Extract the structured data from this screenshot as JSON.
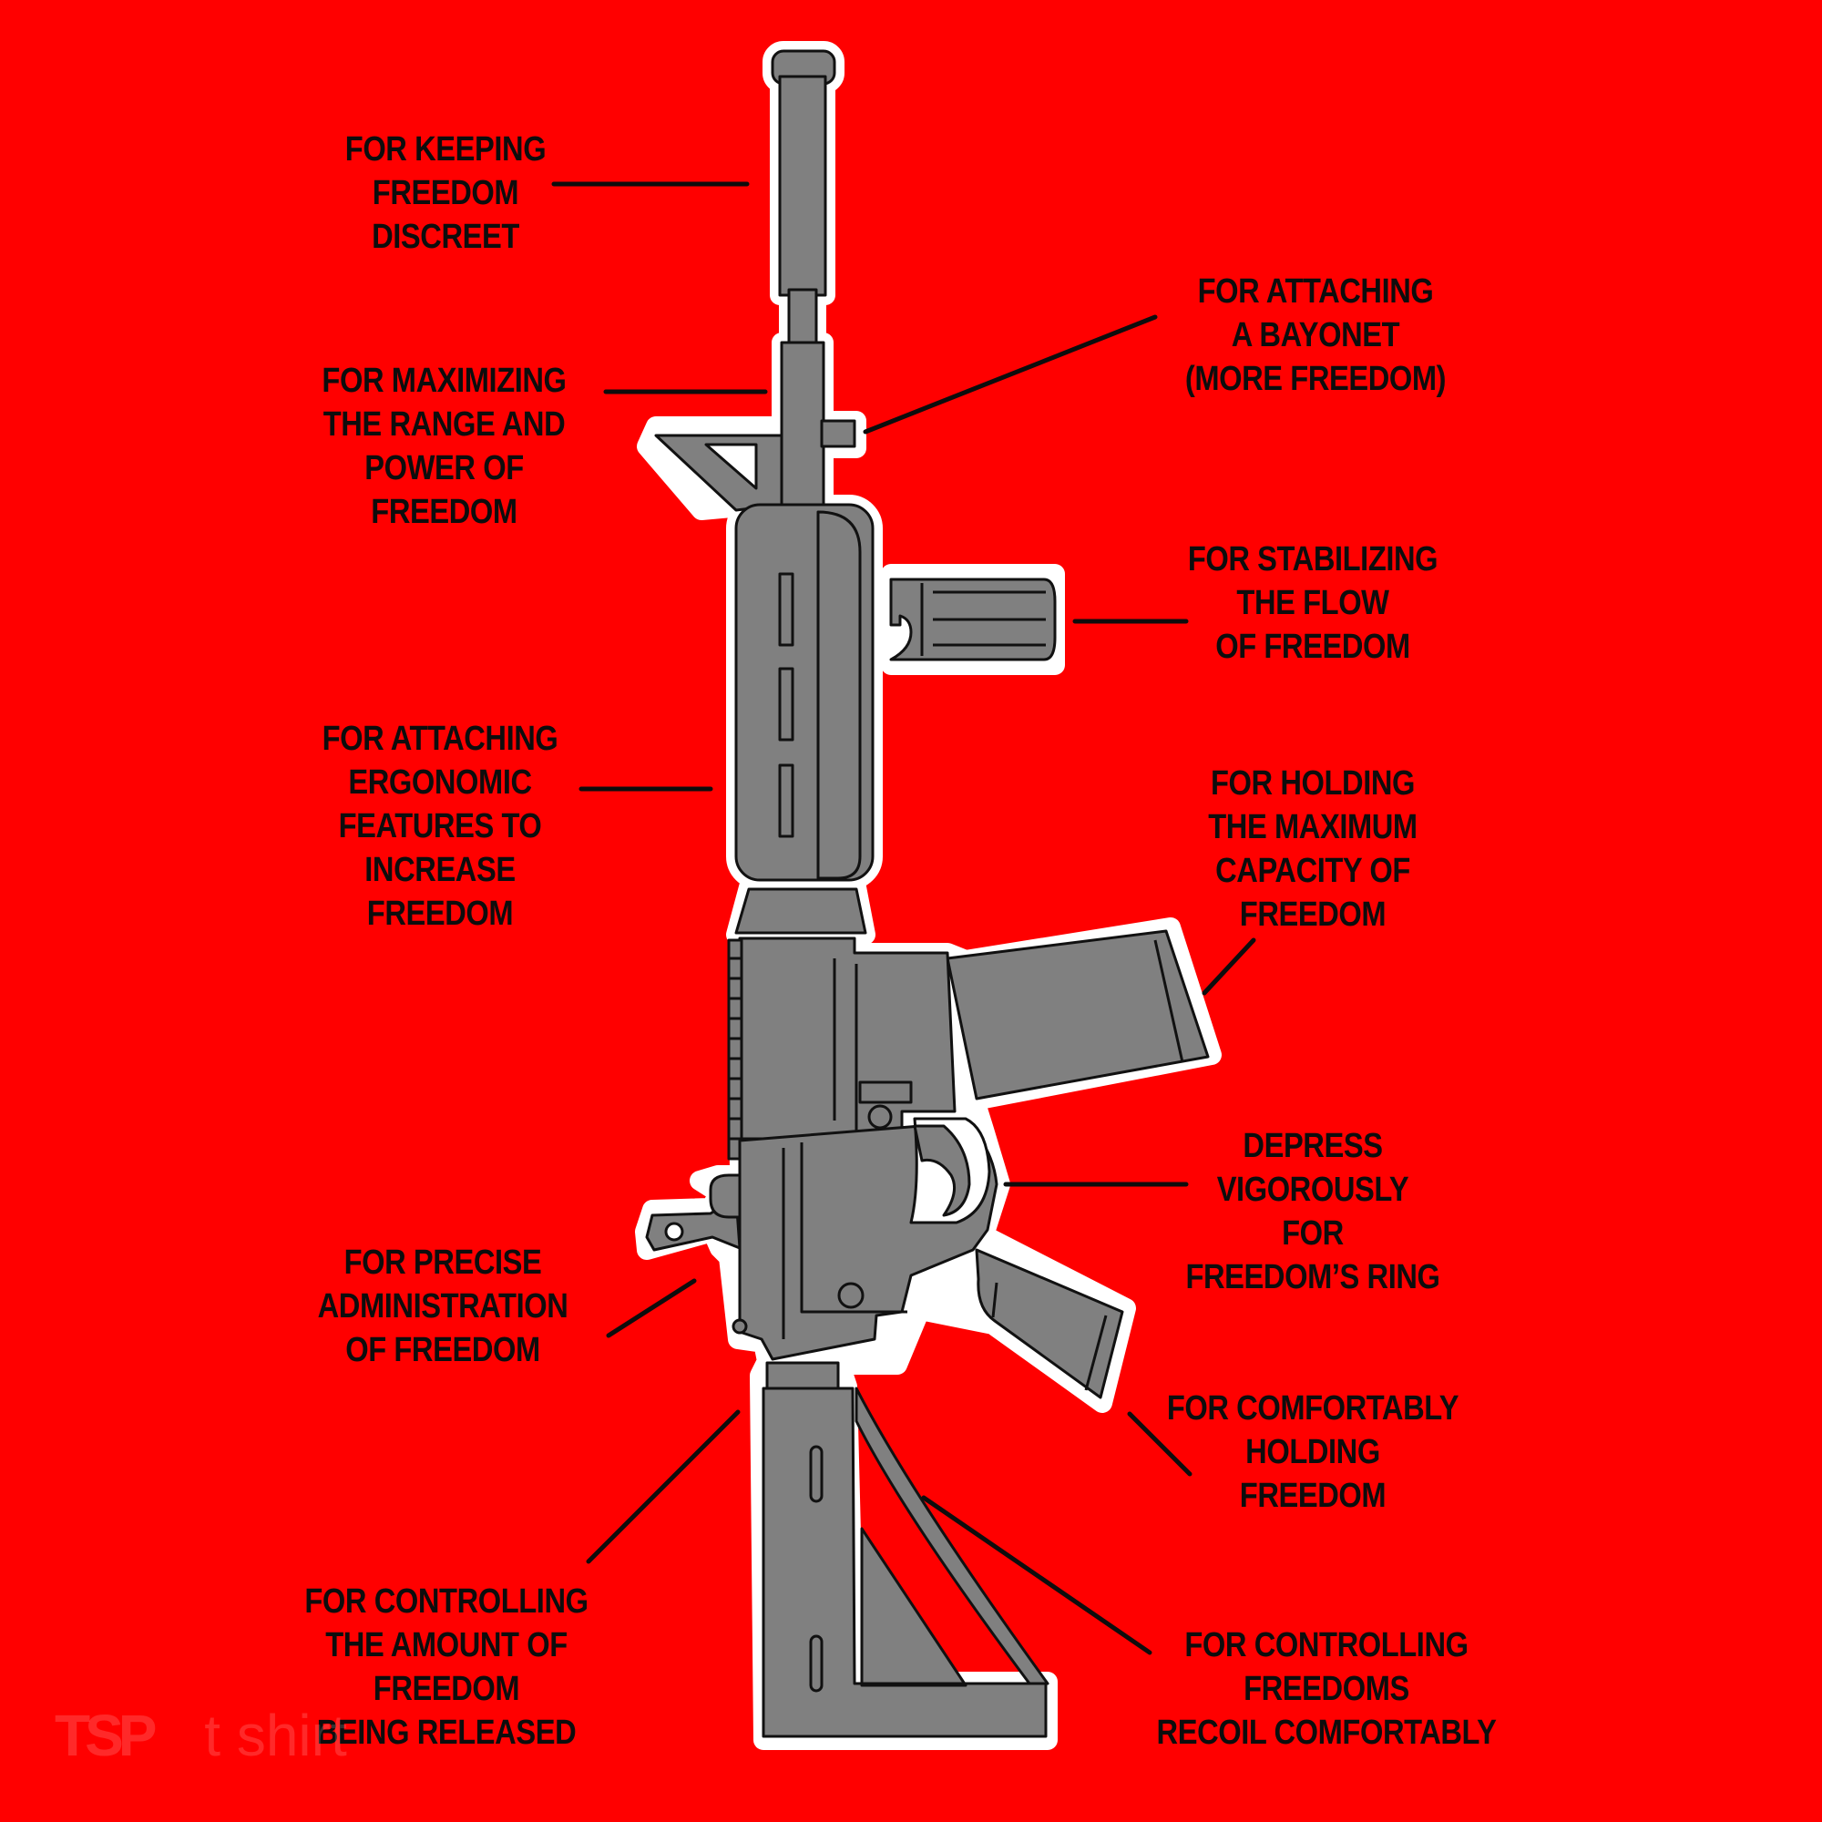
{
  "colors": {
    "background": "#ff0000",
    "body": "#808080",
    "outline": "#ffffff",
    "stroke": "#111111",
    "text": "#0d0d0d"
  },
  "callouts": [
    {
      "id": "flash-hider",
      "lines": [
        "FOR KEEPING",
        "FREEDOM",
        "DISCREET"
      ]
    },
    {
      "id": "bayonet-lug",
      "lines": [
        "FOR ATTACHING",
        "A BAYONET",
        "(MORE FREEDOM)"
      ]
    },
    {
      "id": "barrel",
      "lines": [
        "FOR MAXIMIZING",
        "THE RANGE AND",
        "POWER OF",
        "FREEDOM"
      ]
    },
    {
      "id": "foregrip",
      "lines": [
        "FOR STABILIZING",
        "THE FLOW",
        "OF FREEDOM"
      ]
    },
    {
      "id": "handguard",
      "lines": [
        "FOR ATTACHING",
        "ERGONOMIC",
        "FEATURES TO",
        "INCREASE",
        "FREEDOM"
      ]
    },
    {
      "id": "magazine",
      "lines": [
        "FOR HOLDING",
        "THE MAXIMUM",
        "CAPACITY OF",
        "FREEDOM"
      ]
    },
    {
      "id": "trigger",
      "lines": [
        "DEPRESS",
        "VIGOROUSLY",
        "FOR",
        "FREEDOM’S RING"
      ]
    },
    {
      "id": "rear-sight",
      "lines": [
        "FOR PRECISE",
        "ADMINISTRATION",
        "OF FREEDOM"
      ]
    },
    {
      "id": "pistol-grip",
      "lines": [
        "FOR COMFORTABLY",
        "HOLDING",
        "FREEDOM"
      ]
    },
    {
      "id": "buffer-tube",
      "lines": [
        "FOR CONTROLLING",
        "THE AMOUNT OF",
        "FREEDOM",
        "BEING RELEASED"
      ]
    },
    {
      "id": "stock",
      "lines": [
        "FOR CONTROLLING",
        "FREEDOMS",
        "RECOIL COMFORTABLY"
      ]
    }
  ],
  "watermark": {
    "mark": "TSP",
    "text": "t shirt"
  }
}
